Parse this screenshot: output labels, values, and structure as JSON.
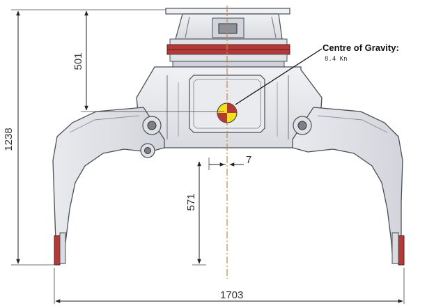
{
  "drawing": {
    "dimensions": {
      "total_height": "1238",
      "upper_height": "501",
      "lower_height": "571",
      "offset": "7",
      "open_width": "1703"
    },
    "centre_of_gravity": {
      "title": "Centre of Gravity:",
      "value": "8.4 Kn"
    },
    "colors": {
      "body": "#e4e6ea",
      "outline": "#4a4f57",
      "rotator_ring": "#b43a3a",
      "cg_marker": "#f2e11a",
      "centre_line": "#c9864e",
      "dimension_line": "#222222"
    }
  }
}
